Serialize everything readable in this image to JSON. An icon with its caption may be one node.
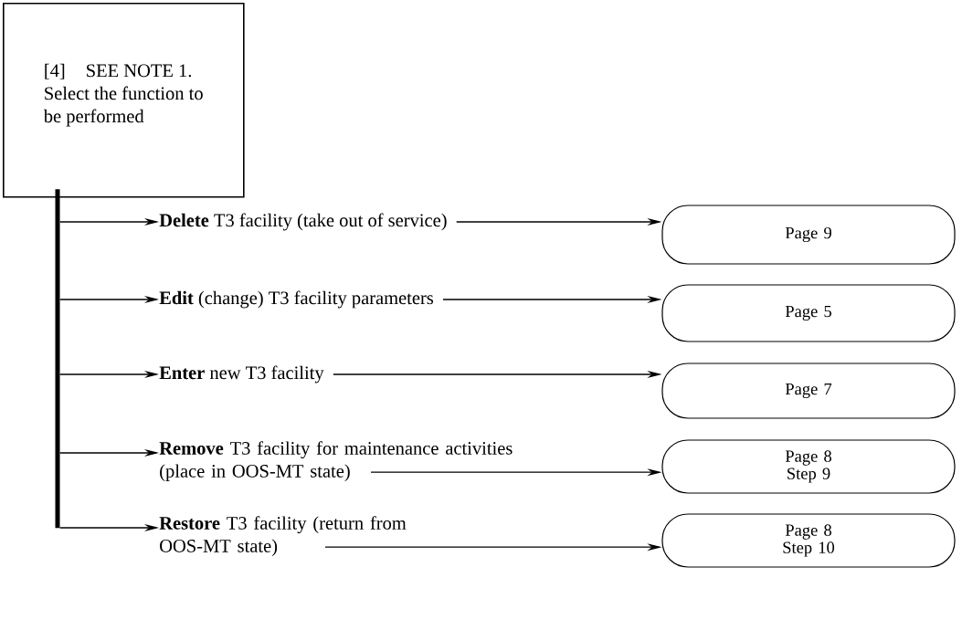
{
  "diagram": {
    "nodes": [
      {
        "text": [
          "[4]",
          "SEE NOTE 1.",
          "Select the function to be performed"
        ]
      },
      {
        "text": [],
        "shape": "bar"
      },
      {
        "text": [
          "**Delete** T3 facility (take out of service)"
        ]
      },
      {
        "text": [
          "Page 9"
        ]
      },
      {
        "text": [
          "**Edit** (change) T3 facility parameters"
        ]
      },
      {
        "text": [
          "Page 5"
        ]
      },
      {
        "text": [
          "**Enter** new T3 facility"
        ]
      },
      {
        "text": [
          "Page 7"
        ]
      },
      {
        "text": [
          "**Remove** T3 facility for maintenance activities (place in OOS-MT state)"
        ]
      },
      {
        "text": [
          "Page 8 Step 9"
        ]
      },
      {
        "text": [
          "**Restore** T3 facility (return from OOS-MT state)"
        ]
      },
      {
        "text": [
          "Page 8 Step 10"
        ]
      }
    ],
    "edges": [
      {
        "from": 1,
        "to": 2,
        "arrow": "to"
      },
      {
        "from": 1,
        "to": 4,
        "arrow": "to"
      },
      {
        "from": 1,
        "to": 6,
        "arrow": "to"
      },
      {
        "from": 1,
        "to": 8,
        "arrow": "to"
      },
      {
        "from": 1,
        "to": 10,
        "arrow": "to"
      },
      {
        "from": 2,
        "to": 3,
        "arrow": "to"
      },
      {
        "from": 4,
        "to": 5,
        "arrow": "to"
      },
      {
        "from": 6,
        "to": 7,
        "arrow": "to"
      },
      {
        "from": 8,
        "to": 9,
        "arrow": "to"
      },
      {
        "from": 10,
        "to": 11,
        "arrow": "to"
      }
    ]
  }
}
